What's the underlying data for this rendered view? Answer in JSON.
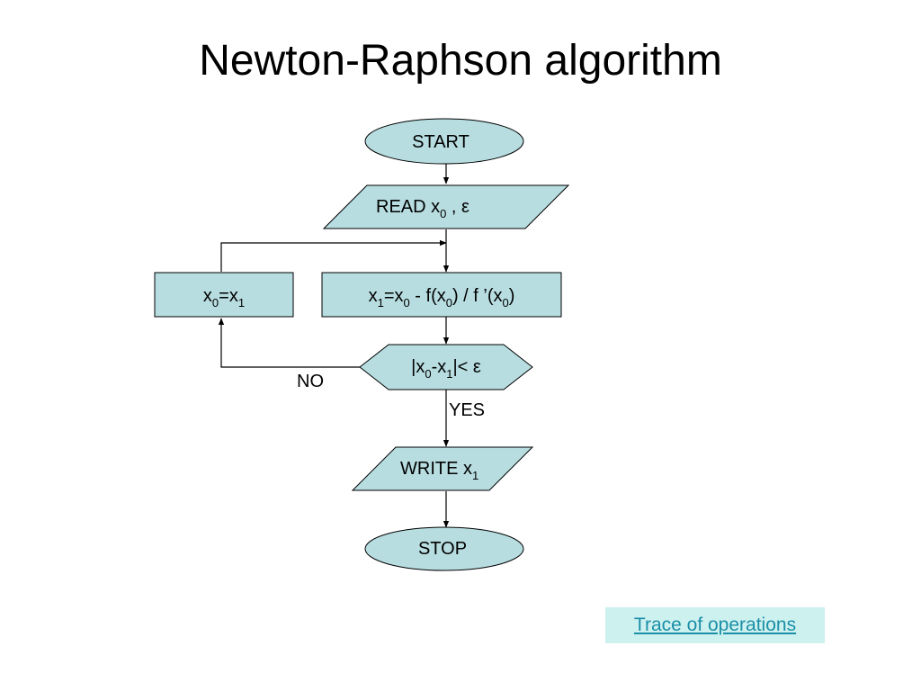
{
  "title": "Newton-Raphson algorithm",
  "colors": {
    "shape_fill": "#b7dde1",
    "stroke": "#000000",
    "link": "#1b8fa8",
    "link_bg": "#cdf1ef"
  },
  "nodes": {
    "start": "START",
    "read": {
      "text": "READ x",
      "sub": "0",
      "tail": " , ε"
    },
    "update": {
      "parts": [
        {
          "t": "x"
        },
        {
          "s": "0"
        },
        {
          "t": "=x"
        },
        {
          "s": "1"
        }
      ]
    },
    "compute": {
      "parts": [
        {
          "t": "x"
        },
        {
          "s": "1"
        },
        {
          "t": "=x"
        },
        {
          "s": "0"
        },
        {
          "t": " - f(x"
        },
        {
          "s": "0"
        },
        {
          "t": ") / f ’(x"
        },
        {
          "s": "0"
        },
        {
          "t": ")"
        }
      ]
    },
    "decision": {
      "parts": [
        {
          "t": "|x"
        },
        {
          "s": "0"
        },
        {
          "t": "-x"
        },
        {
          "s": "1"
        },
        {
          "t": "|< ε"
        }
      ]
    },
    "write": {
      "text": "WRITE x",
      "sub": "1"
    },
    "stop": "STOP"
  },
  "edge_labels": {
    "no": "NO",
    "yes": "YES"
  },
  "trace_link": "Trace of operations"
}
